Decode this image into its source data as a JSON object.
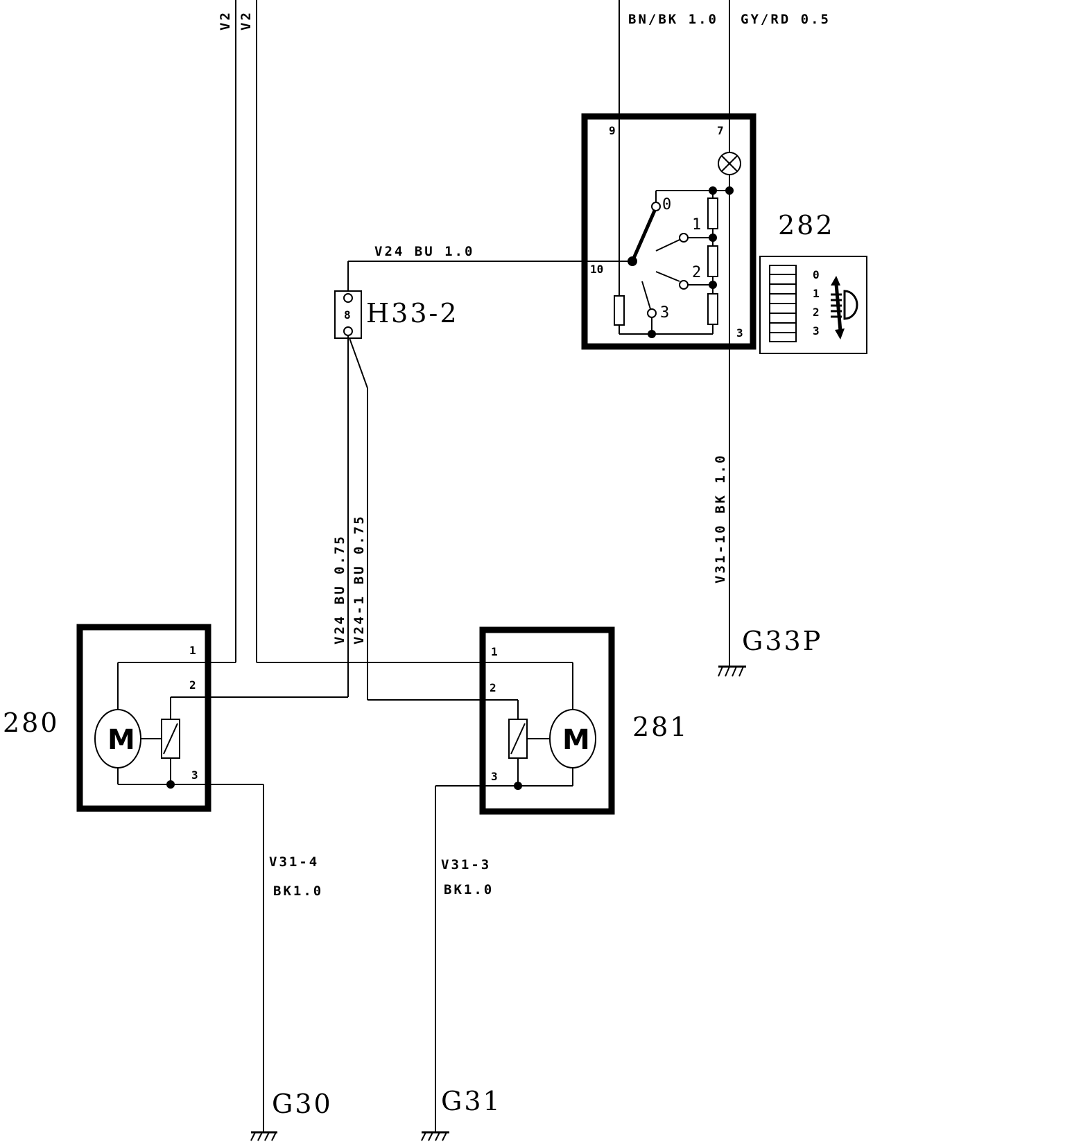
{
  "components": {
    "motor_left": {
      "id": "280",
      "symbol": "M",
      "pins": [
        "1",
        "2",
        "3"
      ]
    },
    "motor_right": {
      "id": "281",
      "symbol": "M",
      "pins": [
        "1",
        "2",
        "3"
      ]
    },
    "switch": {
      "id": "282",
      "pins": [
        "9",
        "7",
        "10",
        "3"
      ],
      "positions": [
        "0",
        "1",
        "2",
        "3"
      ]
    },
    "connector": {
      "id": "H33-2",
      "pin": "8"
    }
  },
  "wires": {
    "v2_a": "V2",
    "v2_b": "V2",
    "top_left": "BN/BK 1.0",
    "top_right": "GY/RD 0.5",
    "v24_top": "V24  BU  1.0",
    "v24_vert": "V24  BU 0.75",
    "v24_1_vert": "V24-1 BU 0.75",
    "ground_switch": "V31-10  BK  1.0",
    "ground_left_id": "V31-4",
    "ground_left_spec": "BK1.0",
    "ground_right_id": "V31-3",
    "ground_right_spec": "BK1.0"
  },
  "grounds": {
    "left": "G30",
    "right": "G31",
    "switch": "G33P"
  },
  "legend": {
    "positions": [
      "0",
      "1",
      "2",
      "3"
    ]
  }
}
